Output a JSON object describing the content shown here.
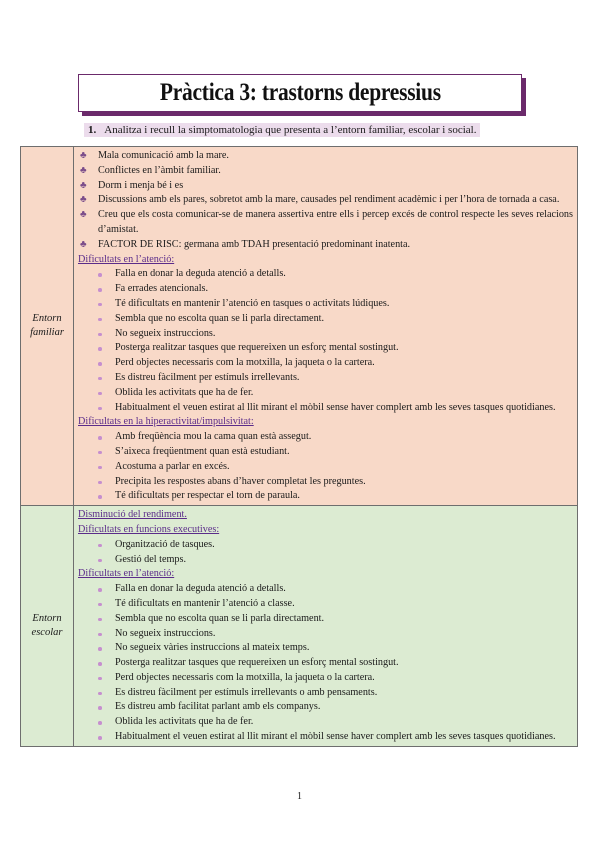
{
  "title": "Pràctica 3: trastorns depressius",
  "question": {
    "number": "1.",
    "text": "Analitza i recull la simptomatologia que presenta a l’entorn familiar, escolar i social."
  },
  "familiar": {
    "label_line1": "Entorn",
    "label_line2": "familiar",
    "bullets": [
      "Mala comunicació amb la mare.",
      "Conflictes en l’àmbit familiar.",
      "Dorm i menja bé i es",
      "Discussions amb els pares, sobretot amb la mare, causades pel rendiment acadèmic i per l’hora de tornada a casa.",
      "Creu que els costa comunicar-se de manera assertiva entre ells i percep excés de control respecte les seves relacions d’amistat.",
      "FACTOR DE RISC: germana amb TDAH presentació predominant inatenta."
    ],
    "attention_heading": "Dificultats en l’atenció:",
    "attention": [
      "Falla en donar la deguda atenció a detalls.",
      "Fa errades atencionals.",
      "Té dificultats en mantenir l’atenció en tasques o activitats lúdiques.",
      "Sembla que no escolta quan se li parla directament.",
      "No segueix instruccions.",
      "Posterga realitzar tasques que requereixen un esforç mental sostingut.",
      "Perd objectes necessaris com la motxilla, la jaqueta o la cartera.",
      "Es distreu fàcilment per estímuls irrellevants.",
      "Oblida les activitats que ha de fer.",
      "Habitualment el veuen estirat al llit mirant el mòbil sense haver complert amb les seves tasques quotidianes."
    ],
    "hyper_heading": "Dificultats en la hiperactivitat/impulsivitat:",
    "hyper": [
      "Amb freqüència mou la cama quan està assegut.",
      "S’aixeca freqüentment quan està estudiant.",
      "Acostuma a parlar en excés.",
      "Precipita les respostes abans d’haver completat les preguntes.",
      "Té dificultats per respectar el torn de paraula."
    ]
  },
  "escolar": {
    "label_line1": "Entorn",
    "label_line2": "escolar",
    "performance_heading": "Disminució del rendiment.",
    "exec_heading": "Dificultats en funcions executives:",
    "exec": [
      "Organització de tasques.",
      "Gestió del temps."
    ],
    "attention_heading": "Dificultats en l’atenció:",
    "attention": [
      "Falla en donar la deguda atenció a detalls.",
      "Té dificultats en mantenir l’atenció a classe.",
      "Sembla que no escolta quan se li parla directament.",
      "No segueix instruccions.",
      "No segueix vàries instruccions al mateix temps.",
      "Posterga realitzar tasques que requereixen un esforç mental sostingut.",
      "Perd objectes necessaris com la motxilla, la jaqueta o la cartera.",
      "Es distreu fàcilment per estímuls irrellevants o amb pensaments.",
      "Es distreu amb facilitat parlant amb els companys.",
      "Oblida les activitats que ha de fer.",
      "Habitualment el veuen estirat al llit mirant el mòbil sense haver complert amb les seves tasques quotidianes."
    ]
  },
  "page_number": "1"
}
